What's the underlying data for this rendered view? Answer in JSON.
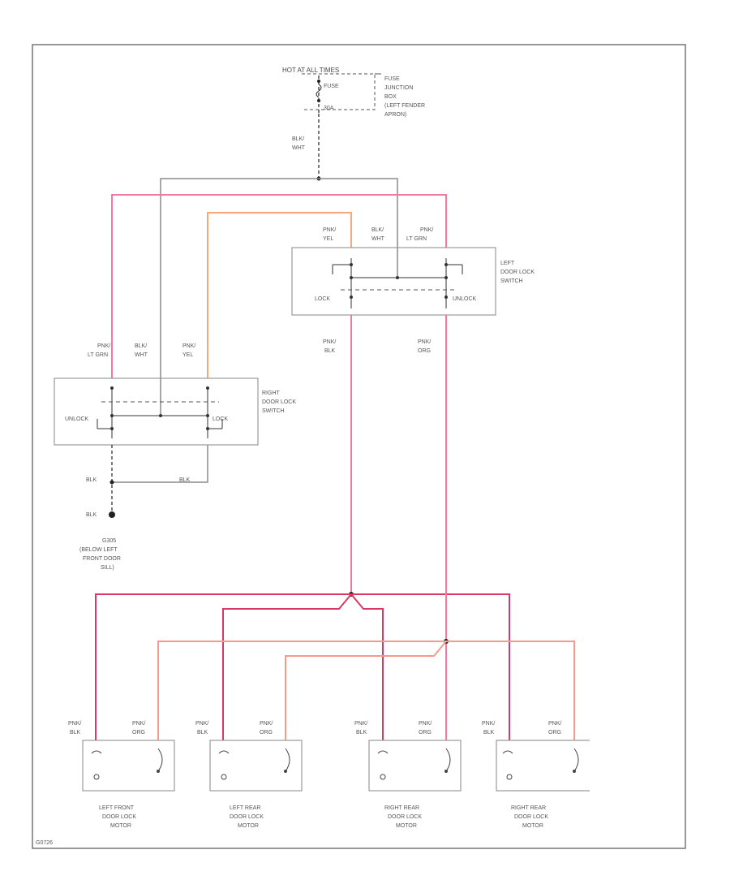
{
  "colors": {
    "pink": "#f07aa0",
    "red": "#d63a62",
    "orange": "#f5a878",
    "salmon": "#f59a8c",
    "gray": "#8c8c8c",
    "black": "#222222"
  },
  "power": {
    "label": "HOT AT ALL TIMES",
    "fuse": "FUSE",
    "rating": "30A",
    "junction_box": [
      "FUSE",
      "JUNCTION",
      "BOX",
      "(LEFT FENDER",
      "APRON)"
    ],
    "feed_wire": [
      "BLK/",
      "WHT"
    ]
  },
  "left_switch": {
    "name": [
      "LEFT",
      "DOOR LOCK",
      "SWITCH"
    ],
    "wires_top": [
      [
        "PNK/",
        "YEL"
      ],
      [
        "BLK/",
        "WHT"
      ],
      [
        "PNK/",
        "LT GRN"
      ]
    ],
    "lock": "LOCK",
    "unlock": "UNLOCK",
    "wires_bottom": [
      [
        "PNK/",
        "BLK"
      ],
      [
        "PNK/",
        "ORG"
      ]
    ]
  },
  "right_switch": {
    "name": [
      "RIGHT",
      "DOOR LOCK",
      "SWITCH"
    ],
    "wires_top": [
      [
        "PNK/",
        "LT GRN"
      ],
      [
        "BLK/",
        "WHT"
      ],
      [
        "PNK/",
        "YEL"
      ]
    ],
    "unlock": "UNLOCK",
    "lock": "LOCK"
  },
  "ground": {
    "wire_left": "BLK",
    "wire_right": "BLK",
    "wire_g": "BLK",
    "id": [
      "G305",
      "(BELOW LEFT",
      "FRONT DOOR",
      "SILL)"
    ]
  },
  "motors": [
    {
      "wire_a": [
        "PNK/",
        "BLK"
      ],
      "wire_b": [
        "PNK/",
        "ORG"
      ],
      "name": [
        "LEFT FRONT",
        "DOOR LOCK",
        "MOTOR"
      ]
    },
    {
      "wire_a": [
        "PNK/",
        "BLK"
      ],
      "wire_b": [
        "PNK/",
        "ORG"
      ],
      "name": [
        "LEFT REAR",
        "DOOR LOCK",
        "MOTOR"
      ]
    },
    {
      "wire_a": [
        "PNK/",
        "BLK"
      ],
      "wire_b": [
        "PNK/",
        "ORG"
      ],
      "name": [
        "RIGHT REAR",
        "DOOR LOCK",
        "MOTOR"
      ]
    },
    {
      "wire_a": [
        "PNK/",
        "BLK"
      ],
      "wire_b": [
        "PNK/",
        "ORG"
      ],
      "name": [
        "RIGHT REAR",
        "DOOR LOCK",
        "MOTOR"
      ]
    }
  ],
  "figure_code": "G0726"
}
